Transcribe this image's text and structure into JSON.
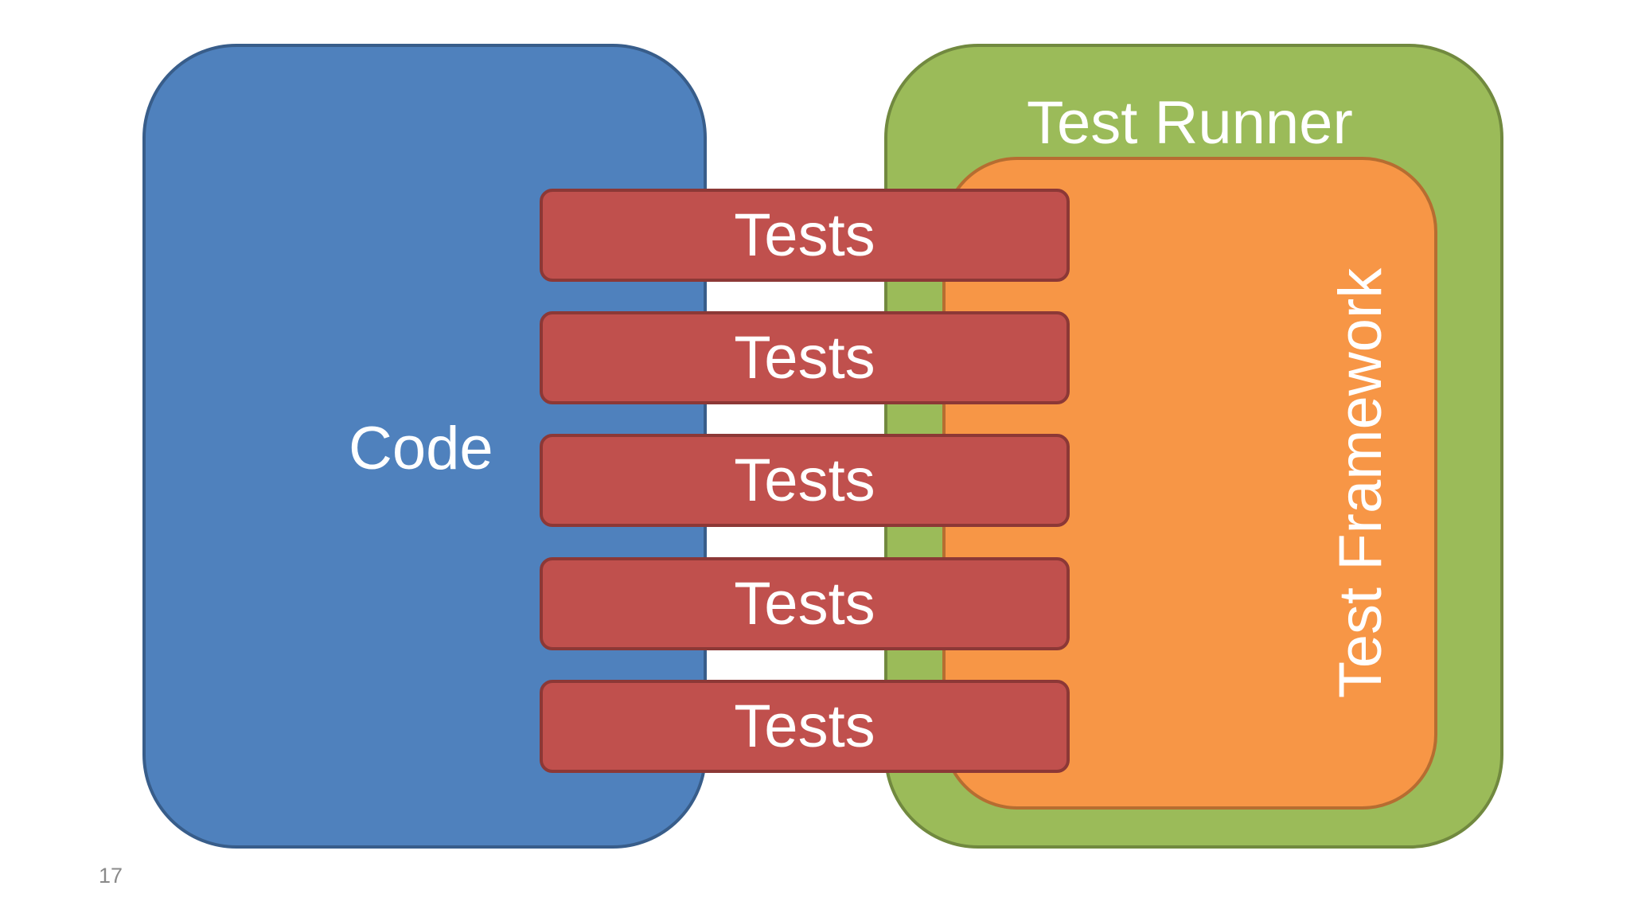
{
  "diagram": {
    "code": {
      "label": "Code",
      "color": "#4f81bd"
    },
    "test_runner": {
      "label": "Test Runner",
      "color": "#9bbb59"
    },
    "test_framework": {
      "label": "Test Framework",
      "color": "#f79646"
    },
    "tests": [
      {
        "label": "Tests"
      },
      {
        "label": "Tests"
      },
      {
        "label": "Tests"
      },
      {
        "label": "Tests"
      },
      {
        "label": "Tests"
      }
    ],
    "tests_color": "#c0504d"
  },
  "slide": {
    "number": "17"
  }
}
